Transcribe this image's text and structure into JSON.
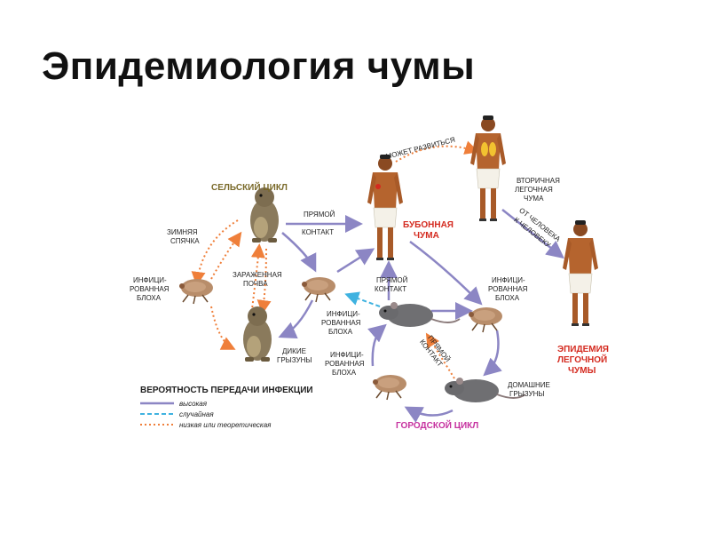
{
  "title": "Эпидемиология чумы",
  "labels": {
    "rural_cycle": "СЕЛЬСКИЙ ЦИКЛ",
    "urban_cycle": "ГОРОДСКОЙ ЦИКЛ",
    "hibernation": [
      "ЗИМНЯЯ",
      "СПЯЧКА"
    ],
    "direct_contact_top": [
      "ПРЯМОЙ",
      "КОНТАКТ"
    ],
    "direct_contact_mid": [
      "ПРЯМОЙ",
      "КОНТАКТ"
    ],
    "direct_contact_diag": [
      "ПРЯМОЙ",
      "КОНТАКТ"
    ],
    "infected_soil": [
      "ЗАРАЖЕННАЯ",
      "ПОЧВА"
    ],
    "infected_flea_left": [
      "ИНФИЦИ-",
      "РОВАННАЯ",
      "БЛОХА"
    ],
    "infected_flea_mid": [
      "ИНФИЦИ-",
      "РОВАННАЯ",
      "БЛОХА"
    ],
    "infected_flea_right": [
      "ИНФИЦИ-",
      "РОВАННАЯ",
      "БЛОХА"
    ],
    "infected_flea_bottom": [
      "ИНФИЦИ-",
      "РОВАННАЯ",
      "БЛОХА"
    ],
    "wild_rodents": [
      "ДИКИЕ",
      "ГРЫЗУНЫ"
    ],
    "domestic_rodents": [
      "ДОМАШНИЕ",
      "ГРЫЗУНЫ"
    ],
    "may_develop": "МОЖЕТ РАЗВИТЬСЯ",
    "bubonic_plague": [
      "БУБОННАЯ",
      "ЧУМА"
    ],
    "secondary_pneumonic": [
      "ВТОРИЧНАЯ",
      "ЛЕГОЧНАЯ",
      "ЧУМА"
    ],
    "person_to_person": [
      "ОТ ЧЕЛОВЕКА",
      "К ЧЕЛОВЕКУ"
    ],
    "pneumonic_epidemic": [
      "ЭПИДЕМИЯ",
      "ЛЕГОЧНОЙ",
      "ЧУМЫ"
    ]
  },
  "legend": {
    "title": "ВЕРОЯТНОСТЬ ПЕРЕДАЧИ ИНФЕКЦИИ",
    "items": [
      {
        "label": "высокая",
        "color": "#8c86c4",
        "style": "solid"
      },
      {
        "label": "случайная",
        "color": "#3fb2e0",
        "style": "dashed"
      },
      {
        "label": "низкая или теоретическая",
        "color": "#ef7f3a",
        "style": "dotted"
      }
    ]
  },
  "colors": {
    "high": "#8c86c4",
    "random": "#3fb2e0",
    "low": "#ef7f3a",
    "rural_header": "#7a6a2a",
    "urban_header": "#c6319f",
    "red_label": "#d42a1f",
    "skin": "#b5642e",
    "loincloth": "#f4f1e8",
    "rodent": "#8a7a5c",
    "rat": "#6f6f72",
    "flea": "#b88d6a"
  },
  "icons": [
    "prairie-dog-icon",
    "rat-icon",
    "flea-icon",
    "human-figure-icon"
  ]
}
